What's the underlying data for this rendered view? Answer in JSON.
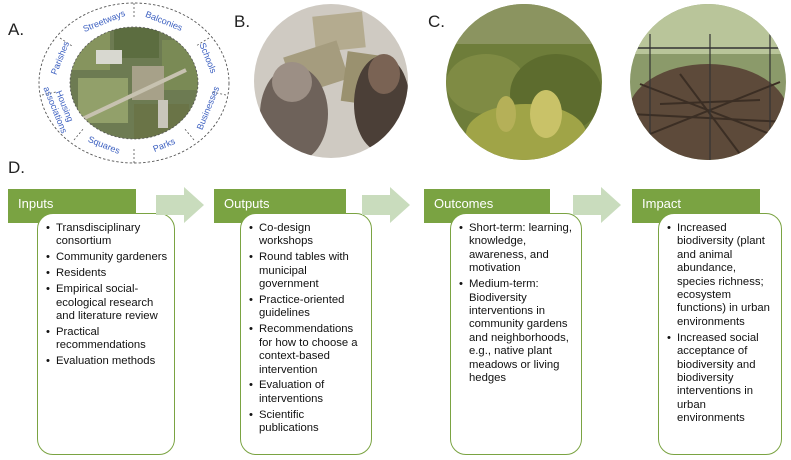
{
  "panels": {
    "a": "A.",
    "b": "B.",
    "c": "C.",
    "d": "D."
  },
  "ring_labels": [
    "Streetways",
    "Balconies",
    "Schools",
    "Businesses",
    "Parks",
    "Squares",
    "Housing associations",
    "Parishes"
  ],
  "colors": {
    "header": "#7aa342",
    "arrow": "#c9dcbd",
    "ring_text": "#3b5fc0"
  },
  "logic_model": {
    "inputs": {
      "title": "Inputs",
      "items": [
        "Transdisciplinary consortium",
        "Community gardeners",
        "Residents",
        "Empirical social-ecological research and literature review",
        "Practical recommendations",
        "Evaluation methods"
      ]
    },
    "outputs": {
      "title": "Outputs",
      "items": [
        "Co-design workshops",
        "Round tables with municipal government",
        "Practice-oriented guidelines",
        "Recommendations for how to choose a context-based intervention",
        "Evaluation of interventions",
        "Scientific publications"
      ]
    },
    "outcomes": {
      "title": "Outcomes",
      "items": [
        "Short-term: learning, knowledge, awareness, and motivation",
        "Medium-term: Biodiversity interventions in community gardens and neighborhoods, e.g., native plant meadows or living hedges"
      ]
    },
    "impact": {
      "title": "Impact",
      "items": [
        "Increased biodiversity (plant and animal abundance, species richness; ecosystem functions) in urban environments",
        "Increased social acceptance of biodiversity and biodiversity interventions in urban environments"
      ]
    }
  }
}
